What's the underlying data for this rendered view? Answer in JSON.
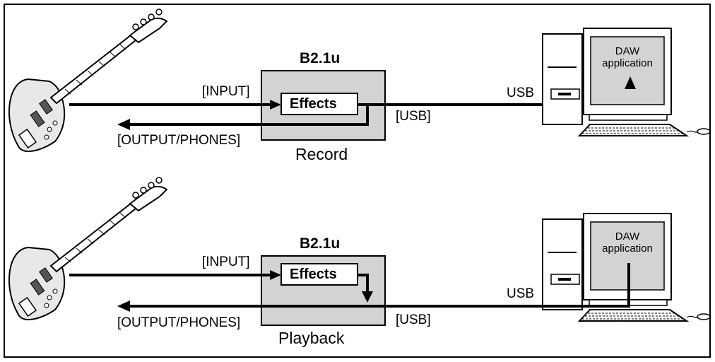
{
  "panels": [
    {
      "mode": "Record",
      "device": "B2.1u",
      "effects": "Effects",
      "input_label": "[INPUT]",
      "output_label": "[OUTPUT/PHONES]",
      "usb_port_label": "[USB]",
      "usb_cable_label": "USB",
      "screen_line1": "DAW",
      "screen_line2": "application"
    },
    {
      "mode": "Playback",
      "device": "B2.1u",
      "effects": "Effects",
      "input_label": "[INPUT]",
      "output_label": "[OUTPUT/PHONES]",
      "usb_port_label": "[USB]",
      "usb_cable_label": "USB",
      "screen_line1": "DAW",
      "screen_line2": "application"
    }
  ],
  "colors": {
    "device_fill": "#d3d3d3",
    "line": "#000000",
    "effects_fill": "#ffffff"
  },
  "icons": [
    "bass-guitar-icon",
    "desktop-computer-icon",
    "keyboard-icon",
    "mouse-icon"
  ]
}
